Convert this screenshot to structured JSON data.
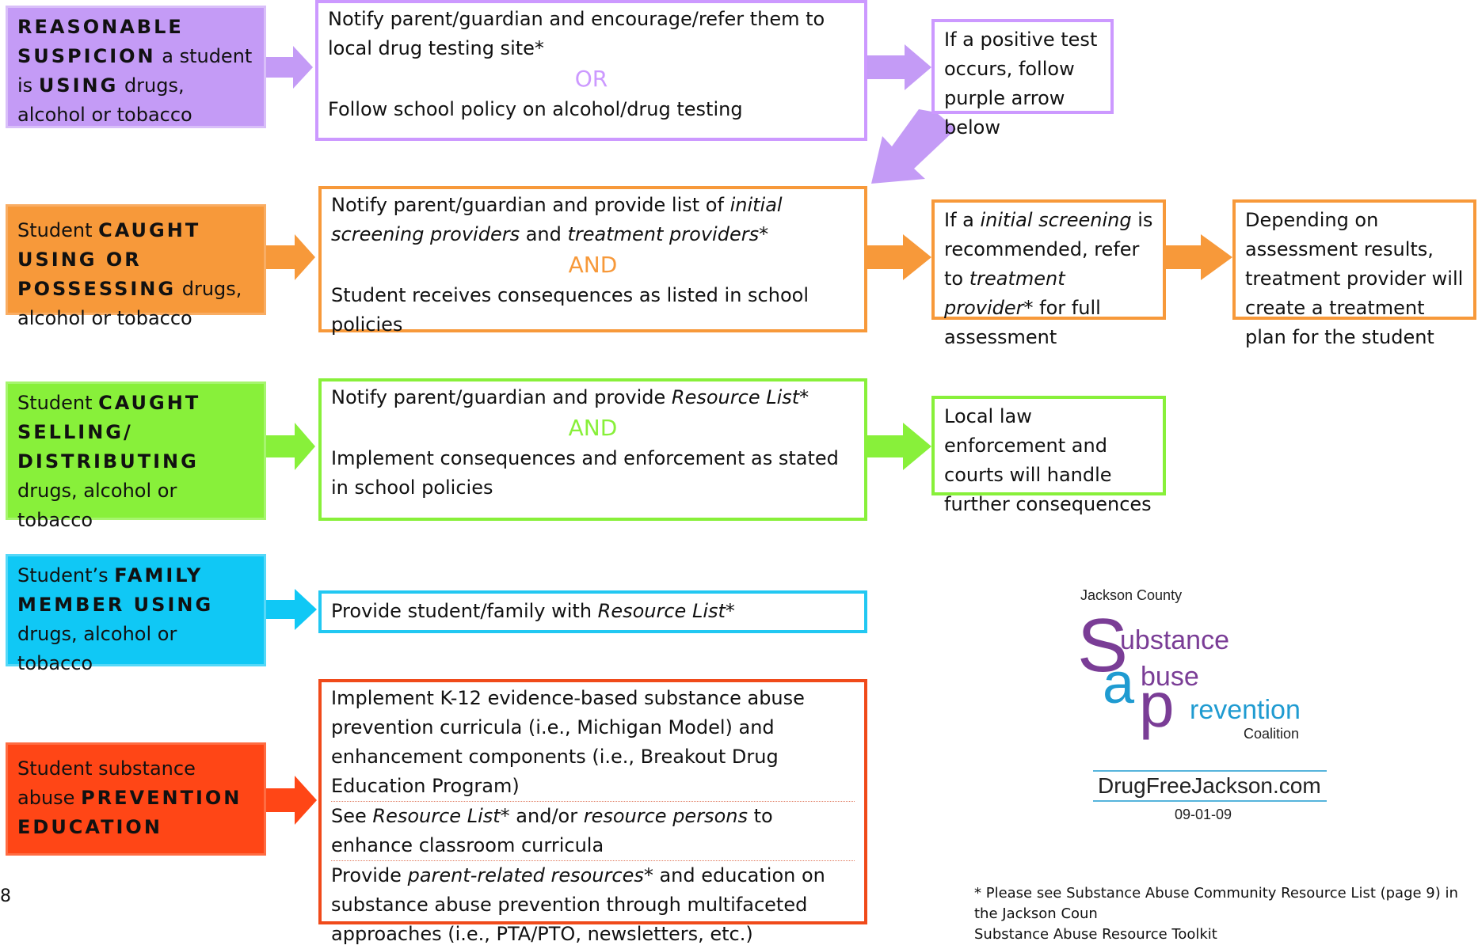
{
  "colors": {
    "purple": "#cc99ff",
    "purple_fill": "#c49bf6",
    "orange": "#f7993a",
    "orange_fill": "#f7993a",
    "green": "#88f03a",
    "green_fill": "#88f03a",
    "blue": "#22c8f2",
    "blue_fill": "#10c8f5",
    "red": "#f04a1a",
    "red_fill": "#ff4616",
    "logo_purple": "#7a3d96",
    "logo_blue": "#1f9bd1"
  },
  "rows": {
    "purple": {
      "category_caps1": "REASONABLE SUSPICION",
      "category_rest1": " a student is ",
      "category_caps2": "USING",
      "category_rest2": " drugs, alcohol or tobacco",
      "line1": "Notify parent/guardian and encourage/refer them to local drug testing site*",
      "connector": "OR",
      "line2": "Follow school policy on alcohol/drug testing",
      "outcome": "If a positive test occurs, follow purple arrow below"
    },
    "orange": {
      "category_pre": "Student ",
      "category_caps": "CAUGHT USING OR POSSESSING",
      "category_rest": " drugs, alcohol or tobacco",
      "line1_a": "Notify parent/guardian and provide list of ",
      "line1_i1": "initial screening providers",
      "line1_b": " and ",
      "line1_i2": "treatment providers",
      "line1_c": "*",
      "connector": "AND",
      "line2": "Student receives consequences as listed in school policies",
      "outcome_a": "If a ",
      "outcome_i1": "initial screening",
      "outcome_b": " is recommended, refer to ",
      "outcome_i2": "treatment provider",
      "outcome_c": "* for full assessment",
      "outcome2": "Depending on assessment results, treatment provider will create a treatment plan for the student"
    },
    "green": {
      "category_pre": "Student ",
      "category_caps": "CAUGHT SELLING/ DISTRIBUTING",
      "category_rest": " drugs, alcohol or tobacco",
      "line1_a": "Notify parent/guardian and provide ",
      "line1_i": "Resource List",
      "line1_c": "*",
      "connector": "AND",
      "line2": "Implement consequences and enforcement as stated in school policies",
      "outcome": "Local law enforcement and courts will handle further consequences"
    },
    "blue": {
      "category_pre": "Student’s ",
      "category_caps": "FAMILY MEMBER USING",
      "category_rest": " drugs, alcohol or tobacco",
      "line1_a": "Provide student/family with ",
      "line1_i": "Resource List",
      "line1_c": "*"
    },
    "red": {
      "category_pre": "Student substance abuse ",
      "category_caps": "PREVENTION EDUCATION",
      "item1": "Implement K-12 evidence-based substance abuse prevention curricula (i.e., Michigan Model) and enhancement components (i.e., Breakout Drug Education Program)",
      "item2_a": "See ",
      "item2_i1": "Resource List",
      "item2_b": "* and/or ",
      "item2_i2": "resource persons",
      "item2_c": " to enhance classroom curricula",
      "item3_a": "Provide ",
      "item3_i": "parent-related resources",
      "item3_c": "* and education on substance abuse prevention through multifaceted approaches (i.e., PTA/PTO, newsletters, etc.)"
    }
  },
  "logo": {
    "county": "Jackson County",
    "line1": "ubstance",
    "line2": "buse",
    "line3": "revention",
    "coalition": "Coalition",
    "big_s": "S",
    "big_a": "a",
    "big_p": "p",
    "website": "DrugFreeJackson.com",
    "date": "09-01-09"
  },
  "footnote": "* Please see Substance Abuse Community Resource List (page 9) in the Jackson Coun\nSubstance Abuse Resource Toolkit",
  "corner_mark": "8"
}
